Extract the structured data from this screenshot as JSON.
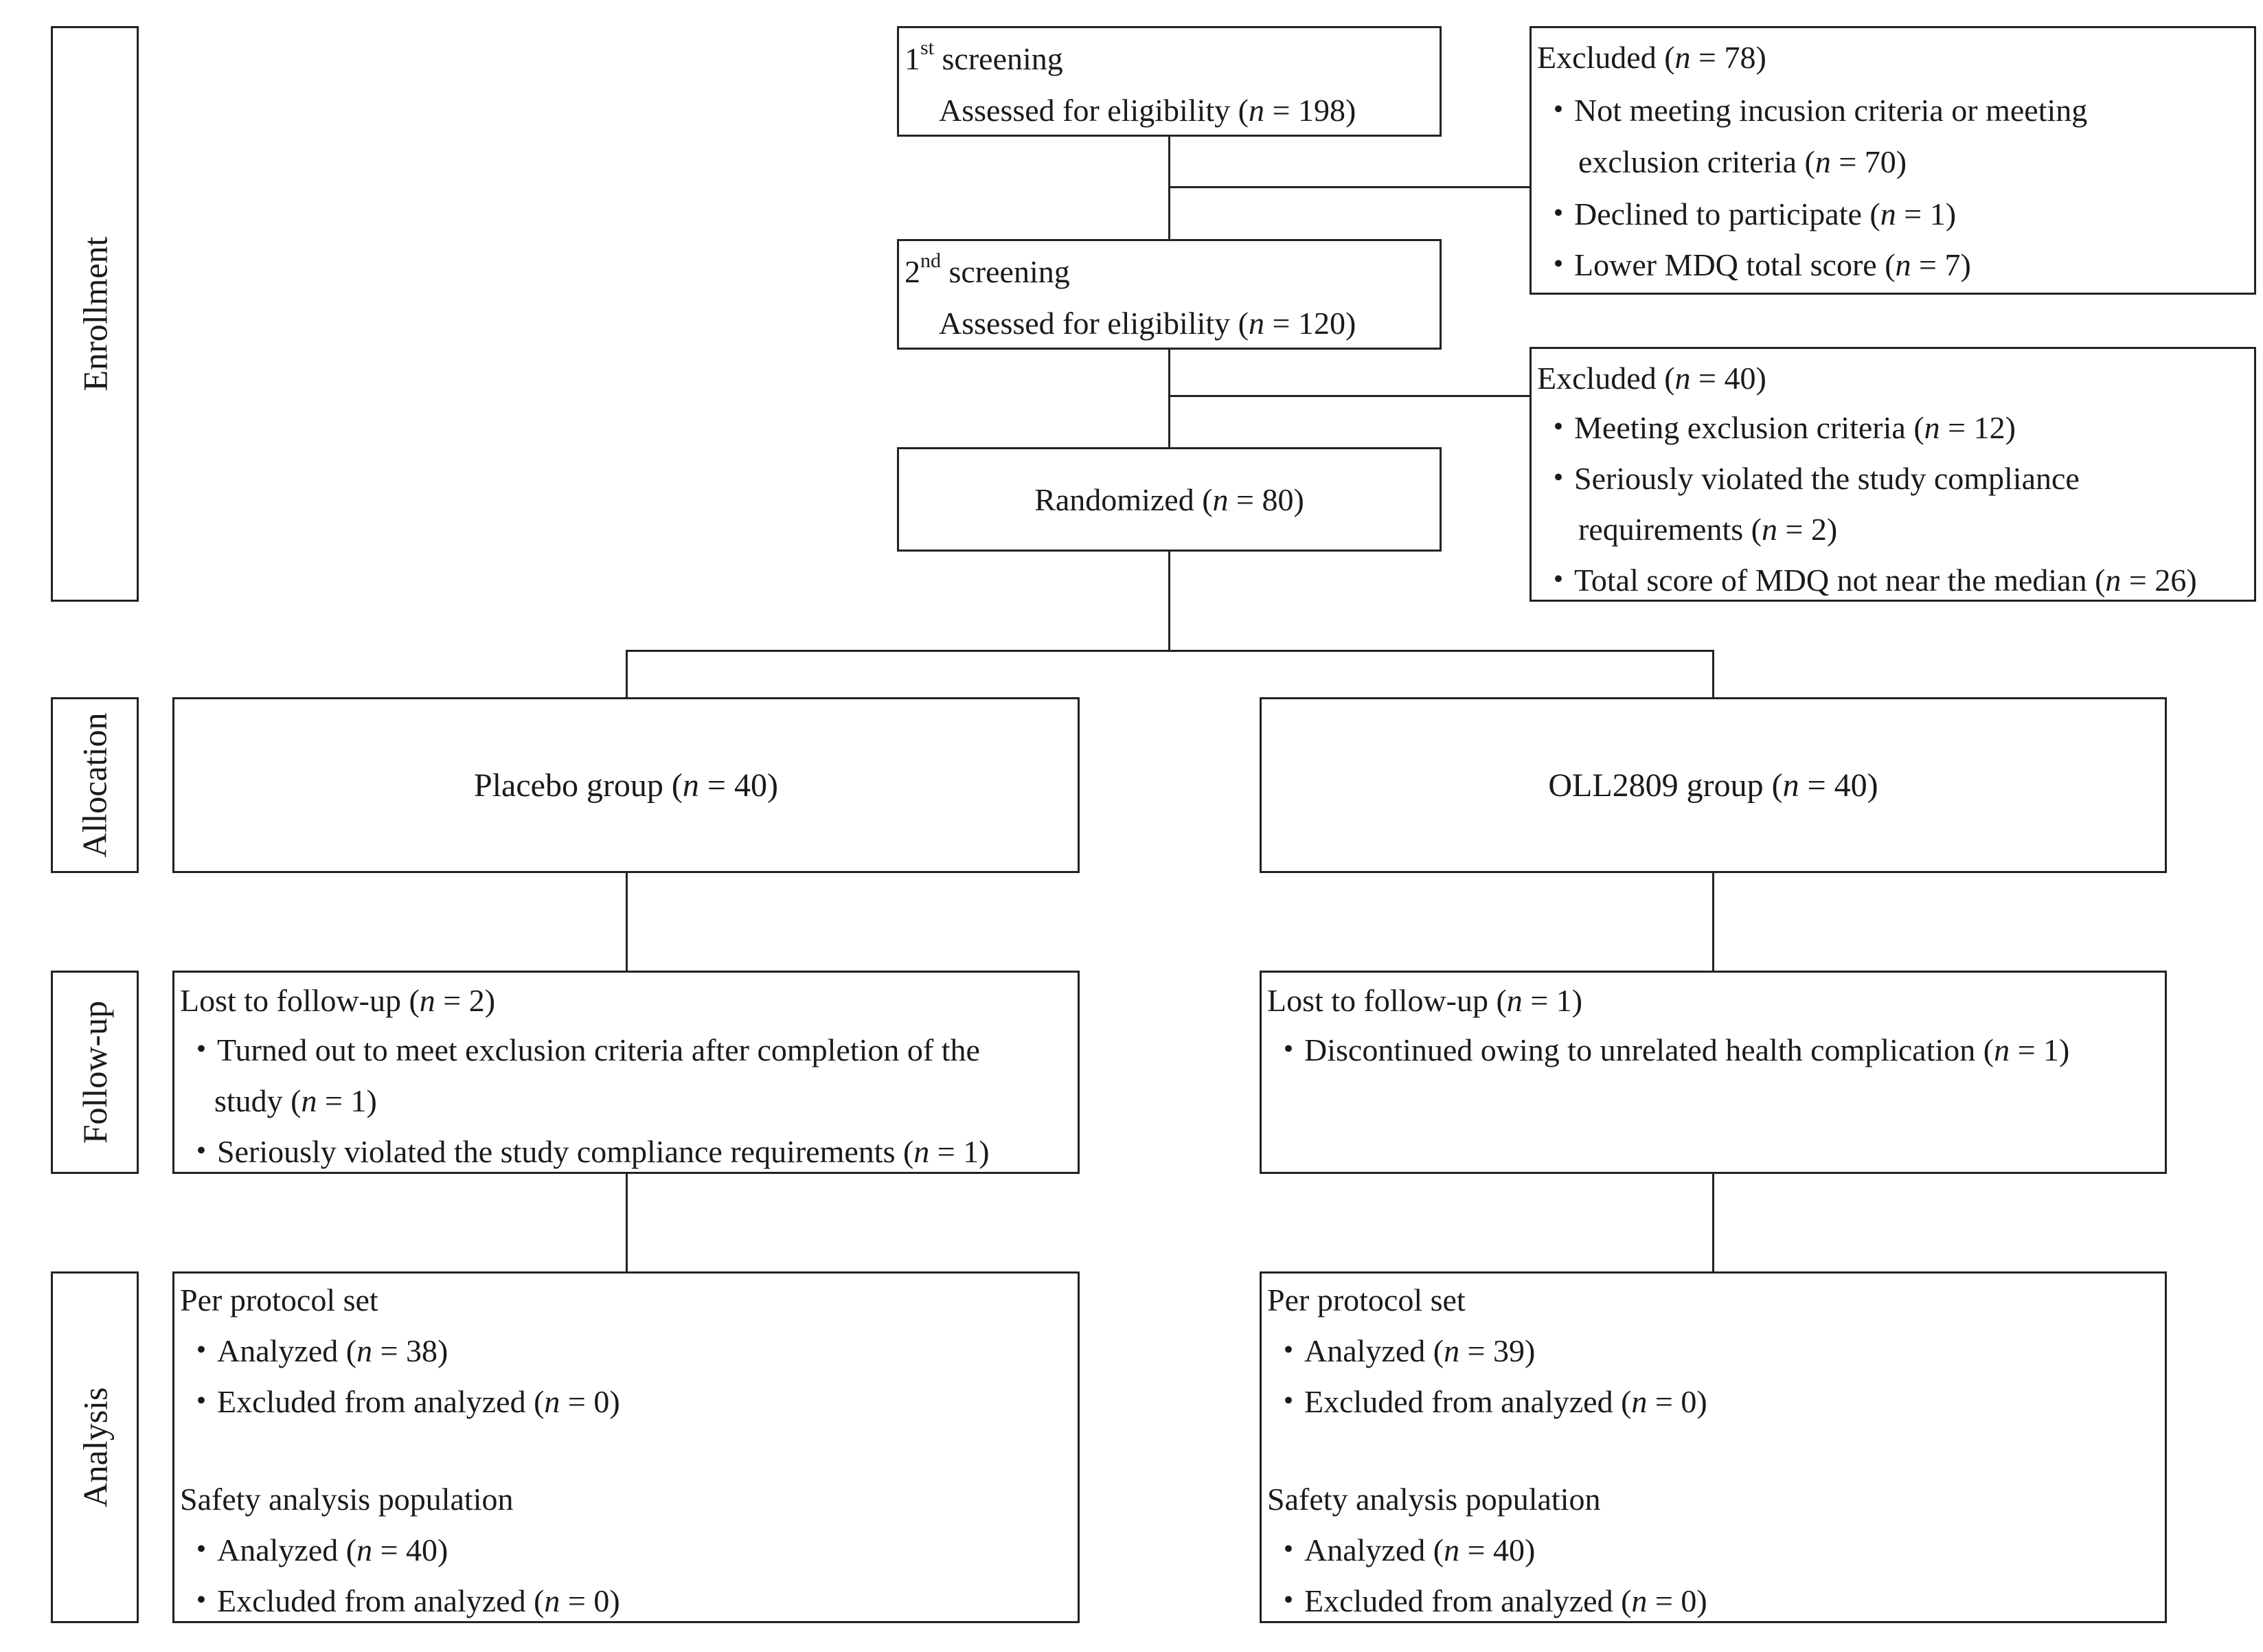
{
  "stages": {
    "enrollment": "Enrollment",
    "allocation": "Allocation",
    "followup": "Follow-up",
    "analysis": "Analysis"
  },
  "screening1": {
    "num": "1",
    "sup": "st",
    "title": " screening",
    "label": "Assessed for eligibility (",
    "n": "n",
    "value": " = 198)"
  },
  "screening2": {
    "num": "2",
    "sup": "nd",
    "title": " screening",
    "label": "Assessed for eligibility (",
    "n": "n",
    "value": " = 120)"
  },
  "randomized": {
    "label": "Randomized (",
    "n": "n",
    "value": " = 80)"
  },
  "excluded1": {
    "title": "Excluded (",
    "n": "n",
    "title_value": " = 78)",
    "items": [
      {
        "pre": "・Not meeting incusion criteria or meeting",
        "n": "",
        "post": ""
      },
      {
        "pre": "exclusion criteria (",
        "n": "n",
        "post": " = 70)"
      },
      {
        "pre": "・Declined to participate (",
        "n": "n",
        "post": " = 1)"
      },
      {
        "pre": "・Lower MDQ total score (",
        "n": "n",
        "post": " = 7)"
      }
    ]
  },
  "excluded2": {
    "title": "Excluded (",
    "n": "n",
    "title_value": " = 40)",
    "items": [
      {
        "pre": "・Meeting exclusion criteria (",
        "n": "n",
        "post": " = 12)"
      },
      {
        "pre": "・Seriously violated the study compliance",
        "n": "",
        "post": ""
      },
      {
        "pre": "requirements (",
        "n": "n",
        "post": " = 2)"
      },
      {
        "pre": "・Total score of MDQ not near the median (",
        "n": "n",
        "post": " = 26)"
      }
    ]
  },
  "placebo": {
    "group": {
      "label": "Placebo group (",
      "n": "n",
      "value": " = 40)"
    },
    "followup": {
      "title": "Lost to follow-up (",
      "n": "n",
      "title_value": " = 2)",
      "items": [
        {
          "pre": "・Turned out to meet exclusion criteria after completion of the",
          "n": "",
          "post": ""
        },
        {
          "pre": "study (",
          "n": "n",
          "post": " = 1)"
        },
        {
          "pre": "・Seriously violated the study compliance requirements (",
          "n": "n",
          "post": " = 1)"
        }
      ]
    },
    "analysis": {
      "pps_title": "Per protocol set",
      "pps_items": [
        {
          "pre": "・Analyzed (",
          "n": "n",
          "post": " = 38)"
        },
        {
          "pre": "・Excluded from analyzed (",
          "n": "n",
          "post": " = 0)"
        }
      ],
      "safety_title": "Safety analysis population",
      "safety_items": [
        {
          "pre": "・Analyzed (",
          "n": "n",
          "post": " = 40)"
        },
        {
          "pre": "・Excluded from analyzed (",
          "n": "n",
          "post": " = 0)"
        }
      ]
    }
  },
  "oll": {
    "group": {
      "label": "OLL2809 group (",
      "n": "n",
      "value": " = 40)"
    },
    "followup": {
      "title": "Lost to follow-up (",
      "n": "n",
      "title_value": " = 1)",
      "items": [
        {
          "pre": "・Discontinued owing to unrelated health complication (",
          "n": "n",
          "post": " = 1)"
        }
      ]
    },
    "analysis": {
      "pps_title": "Per protocol set",
      "pps_items": [
        {
          "pre": "・Analyzed (",
          "n": "n",
          "post": " = 39)"
        },
        {
          "pre": "・Excluded from analyzed (",
          "n": "n",
          "post": " = 0)"
        }
      ],
      "safety_title": "Safety analysis population",
      "safety_items": [
        {
          "pre": "・Analyzed (",
          "n": "n",
          "post": " = 40)"
        },
        {
          "pre": "・Excluded from analyzed (",
          "n": "n",
          "post": " = 0)"
        }
      ]
    }
  }
}
